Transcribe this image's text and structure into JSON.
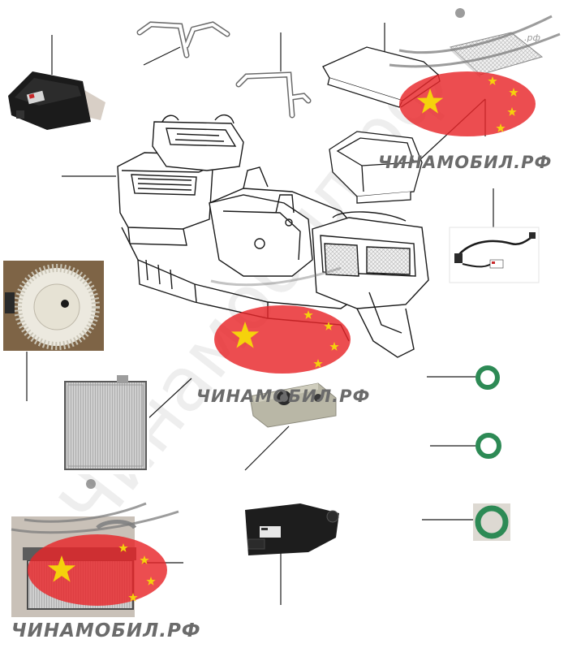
{
  "watermark": {
    "text_right": "ЧИНАМОБИЛ.РФ",
    "text_center": "ЧИНАМОБИЛ.РФ",
    "text_bottom": "ЧИНАМОБИЛ.РФ",
    "rf_corner": ".рф",
    "diagonal_text": "Чинамобил.рф",
    "flag_color": "#e8262a",
    "star_color": "#f5d20c"
  },
  "parts": [
    {
      "id": "control-module",
      "icon": "control-module-icon"
    },
    {
      "id": "heater-pipe-a",
      "icon": "pipe-icon"
    },
    {
      "id": "heater-pipe-b",
      "icon": "pipe-icon"
    },
    {
      "id": "filter-cover",
      "icon": "filter-cover-icon"
    },
    {
      "id": "cabin-filter",
      "icon": "cabin-filter-icon"
    },
    {
      "id": "filter-housing",
      "icon": "filter-housing-icon"
    },
    {
      "id": "heater-housing",
      "icon": "hvac-unit-icon"
    },
    {
      "id": "sensor-wire",
      "icon": "sensor-wire-icon"
    },
    {
      "id": "blower-fan",
      "icon": "blower-fan-icon"
    },
    {
      "id": "evaporator",
      "icon": "evaporator-icon"
    },
    {
      "id": "expansion-valve",
      "icon": "expansion-valve-icon"
    },
    {
      "id": "o-ring-small",
      "icon": "o-ring-icon"
    },
    {
      "id": "o-ring-medium",
      "icon": "o-ring-icon"
    },
    {
      "id": "o-ring-large",
      "icon": "o-ring-icon"
    },
    {
      "id": "actuator",
      "icon": "actuator-icon"
    },
    {
      "id": "heater-core",
      "icon": "heater-core-icon"
    }
  ]
}
